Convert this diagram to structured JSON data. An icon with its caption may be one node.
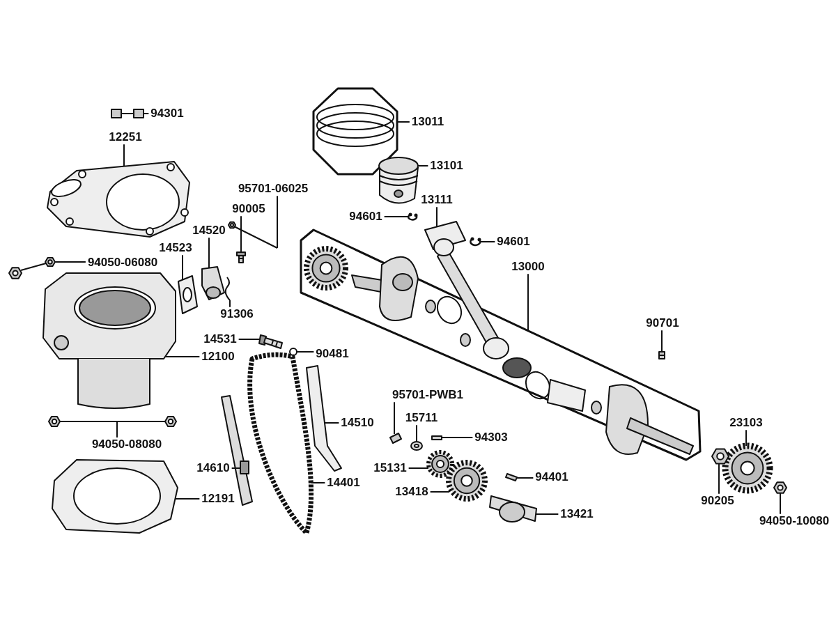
{
  "diagram": {
    "nodes": [
      {
        "text": [
          "94301"
        ]
      },
      {
        "text": [
          "13011"
        ]
      },
      {
        "text": [
          "12251"
        ]
      },
      {
        "text": [
          "13101"
        ]
      },
      {
        "text": [
          "95701-06025"
        ]
      },
      {
        "text": [
          "13111"
        ]
      },
      {
        "text": [
          "90005"
        ]
      },
      {
        "text": [
          "94601"
        ]
      },
      {
        "text": [
          "14520"
        ]
      },
      {
        "text": [
          "94601"
        ]
      },
      {
        "text": [
          "14523"
        ]
      },
      {
        "text": [
          "94050-06080"
        ]
      },
      {
        "text": [
          "13000"
        ]
      },
      {
        "text": [
          "91306"
        ]
      },
      {
        "text": [
          "90701"
        ]
      },
      {
        "text": [
          "14531"
        ]
      },
      {
        "text": [
          "90481"
        ]
      },
      {
        "text": [
          "12100"
        ]
      },
      {
        "text": [
          "95701-PWB1"
        ]
      },
      {
        "text": [
          "15711"
        ]
      },
      {
        "text": [
          "23103"
        ]
      },
      {
        "text": [
          "14510"
        ]
      },
      {
        "text": [
          "94303"
        ]
      },
      {
        "text": [
          "94050-08080"
        ]
      },
      {
        "text": [
          "14610"
        ]
      },
      {
        "text": [
          "15131"
        ]
      },
      {
        "text": [
          "94401"
        ]
      },
      {
        "text": [
          "14401"
        ]
      },
      {
        "text": [
          "13418"
        ]
      },
      {
        "text": [
          "12191"
        ]
      },
      {
        "text": [
          "90205"
        ]
      },
      {
        "text": [
          "13421"
        ]
      },
      {
        "text": [
          "94050-10080"
        ]
      },
      {
        "text": [],
        "shape": "picture"
      },
      {
        "text": [],
        "shape": "picture"
      },
      {
        "text": [],
        "shape": "picture"
      },
      {
        "text": [],
        "shape": "picture"
      },
      {
        "text": [],
        "shape": "picture"
      },
      {
        "text": [],
        "shape": "picture"
      },
      {
        "text": [],
        "shape": "picture"
      },
      {
        "text": [],
        "shape": "picture"
      },
      {
        "text": [],
        "shape": "picture"
      },
      {
        "text": [],
        "shape": "picture"
      },
      {
        "text": [],
        "shape": "picture"
      },
      {
        "text": [],
        "shape": "picture"
      },
      {
        "text": [],
        "shape": "picture"
      },
      {
        "text": [],
        "shape": "picture"
      },
      {
        "text": [],
        "shape": "picture"
      },
      {
        "text": [],
        "shape": "picture"
      },
      {
        "text": [],
        "shape": "picture"
      },
      {
        "text": [],
        "shape": "picture"
      },
      {
        "text": [],
        "shape": "picture"
      },
      {
        "text": [],
        "shape": "picture"
      },
      {
        "text": [],
        "shape": "picture"
      },
      {
        "text": [],
        "shape": "picture"
      },
      {
        "text": [],
        "shape": "picture"
      },
      {
        "text": [],
        "shape": "picture"
      },
      {
        "text": [],
        "shape": "picture"
      },
      {
        "text": [],
        "shape": "picture"
      },
      {
        "text": [],
        "shape": "picture"
      },
      {
        "text": [],
        "shape": "picture"
      },
      {
        "text": [],
        "shape": "picture"
      },
      {
        "text": [],
        "shape": "picture"
      },
      {
        "text": [],
        "shape": "picture"
      },
      {
        "text": [],
        "shape": "picture"
      },
      {
        "text": [],
        "shape": "picture"
      },
      {
        "text": [],
        "shape": "picture"
      }
    ],
    "edges": [
      {
        "from": 0,
        "to": 33,
        "arrow": "none"
      },
      {
        "from": 1,
        "to": 34,
        "arrow": "none"
      },
      {
        "from": 2,
        "to": 35,
        "arrow": "none"
      },
      {
        "from": 3,
        "to": 36,
        "arrow": "none"
      },
      {
        "from": 4,
        "to": 37,
        "arrow": "none"
      },
      {
        "from": 5,
        "to": 38,
        "arrow": "none"
      },
      {
        "from": 6,
        "to": 39,
        "arrow": "none"
      },
      {
        "from": 7,
        "to": 40,
        "arrow": "none"
      },
      {
        "from": 8,
        "to": 41,
        "arrow": "none"
      },
      {
        "from": 9,
        "to": 42,
        "arrow": "none"
      },
      {
        "from": 10,
        "to": 43,
        "arrow": "none"
      },
      {
        "from": 11,
        "to": 44,
        "arrow": "none"
      },
      {
        "from": 12,
        "to": 45,
        "arrow": "none"
      },
      {
        "from": 13,
        "to": 46,
        "arrow": "none"
      },
      {
        "from": 14,
        "to": 47,
        "arrow": "none"
      },
      {
        "from": 15,
        "to": 48,
        "arrow": "none"
      },
      {
        "from": 16,
        "to": 49,
        "arrow": "none"
      },
      {
        "from": 17,
        "to": 50,
        "arrow": "none"
      },
      {
        "from": 18,
        "to": 51,
        "arrow": "none"
      },
      {
        "from": 19,
        "to": 52,
        "arrow": "none"
      },
      {
        "from": 20,
        "to": 53,
        "arrow": "none"
      },
      {
        "from": 21,
        "to": 54,
        "arrow": "none"
      },
      {
        "from": 22,
        "to": 55,
        "arrow": "none"
      },
      {
        "from": 23,
        "to": 56,
        "arrow": "none"
      },
      {
        "from": 24,
        "to": 57,
        "arrow": "none"
      },
      {
        "from": 25,
        "to": 58,
        "arrow": "none"
      },
      {
        "from": 26,
        "to": 59,
        "arrow": "none"
      },
      {
        "from": 27,
        "to": 60,
        "arrow": "none"
      },
      {
        "from": 28,
        "to": 61,
        "arrow": "none"
      },
      {
        "from": 29,
        "to": 62,
        "arrow": "none"
      },
      {
        "from": 30,
        "to": 63,
        "arrow": "none"
      },
      {
        "from": 31,
        "to": 64,
        "arrow": "none"
      },
      {
        "from": 32,
        "to": 65,
        "arrow": "none"
      },
      {
        "from": 23,
        "to": 66,
        "arrow": "none"
      }
    ]
  }
}
